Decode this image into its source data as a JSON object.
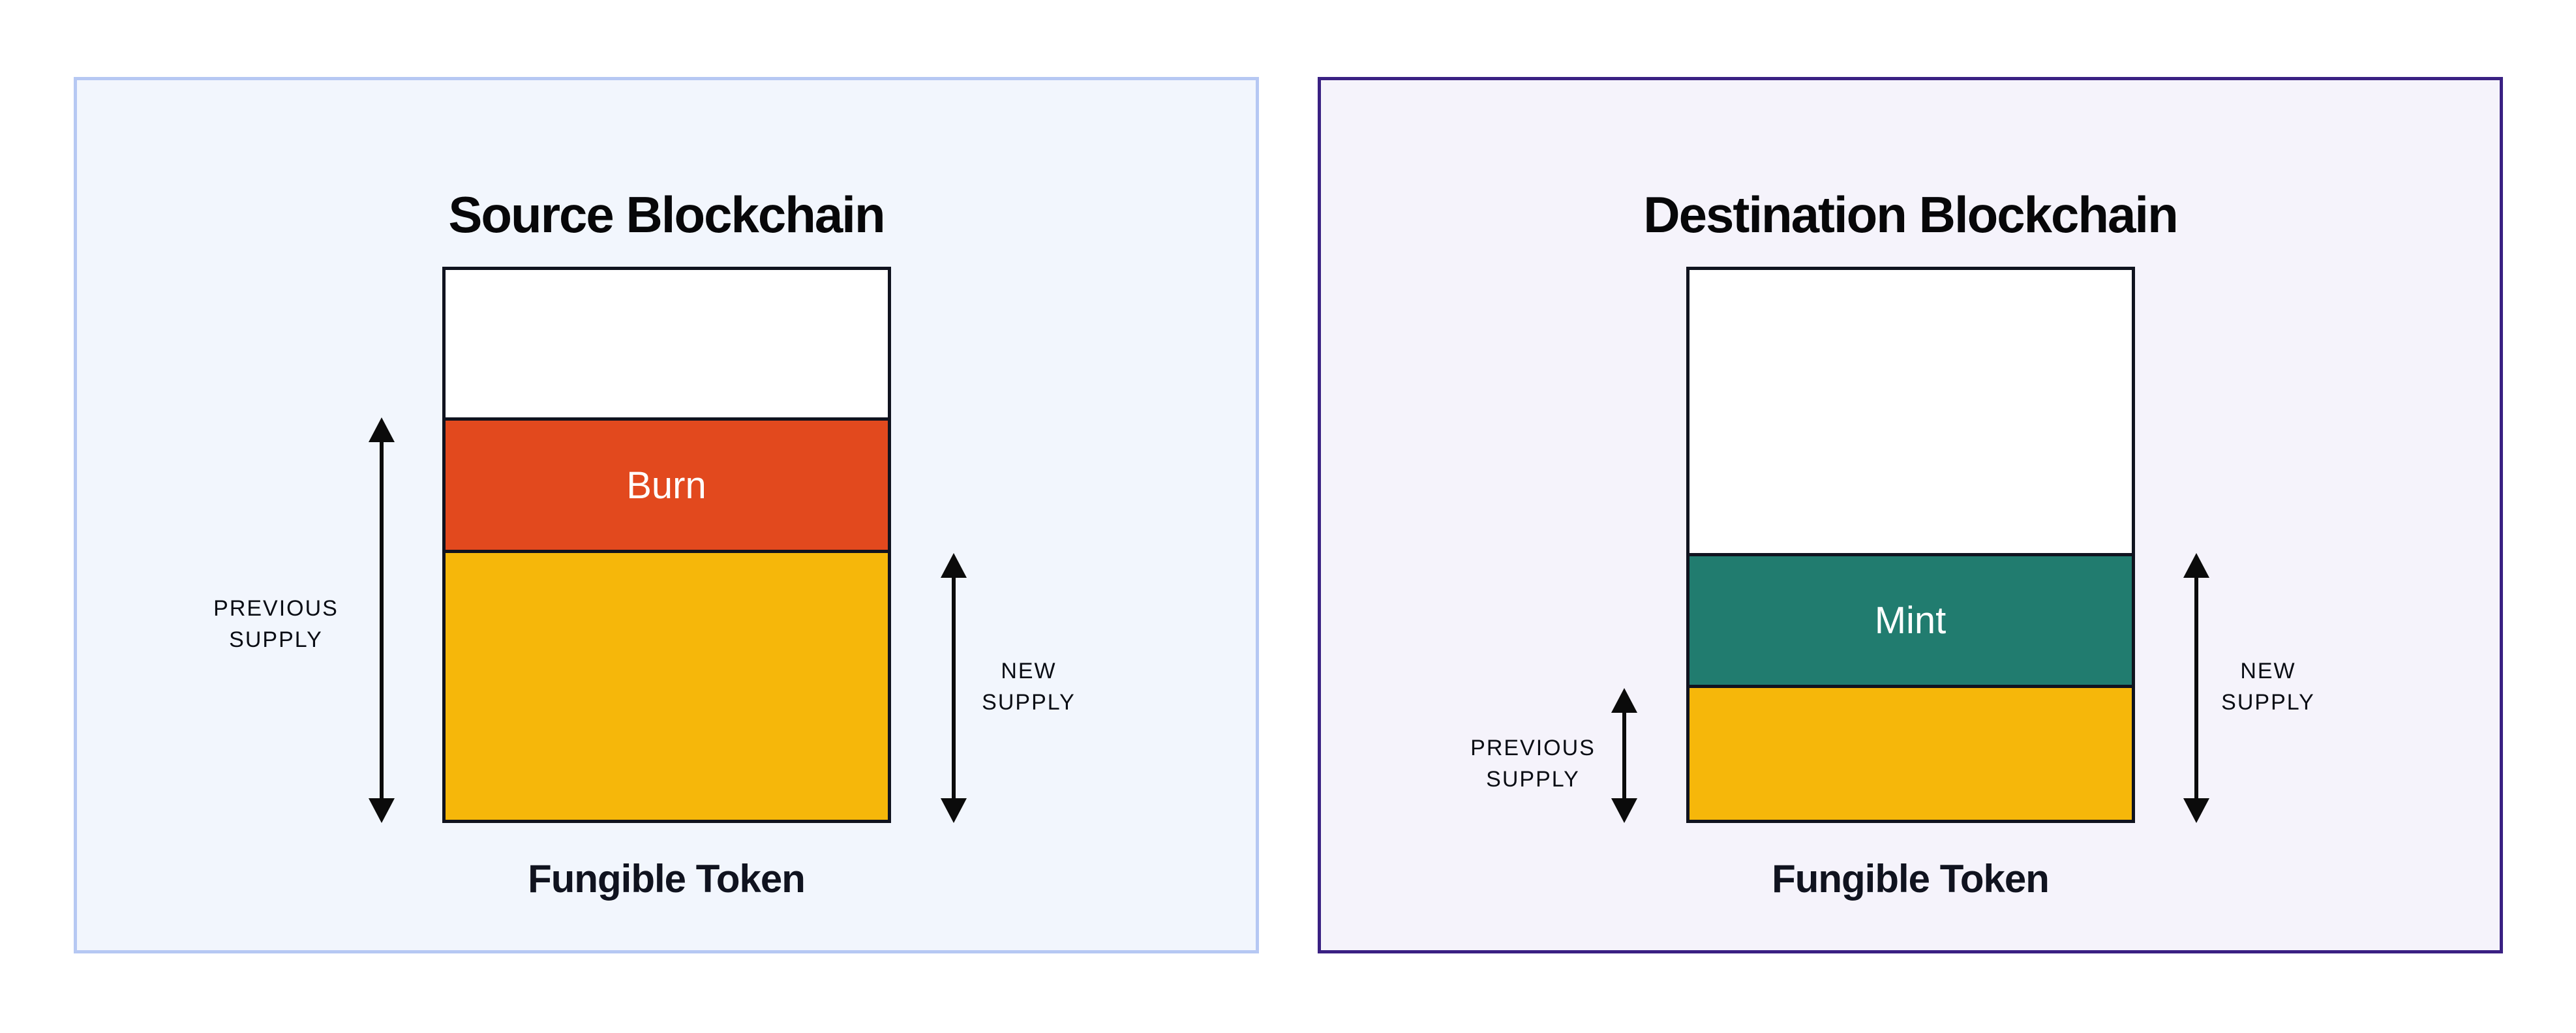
{
  "diagram": {
    "source": {
      "title": "Source Blockchain",
      "caption": "Fungible Token",
      "previous_supply_label": "PREVIOUS\nSUPPLY",
      "new_supply_label": "NEW\nSUPPLY",
      "bar": {
        "segments": [
          {
            "name": "unfilled-supply",
            "label": "",
            "color": "#ffffff",
            "height_frac": 0.27
          },
          {
            "name": "burned-tokens",
            "label": "Burn",
            "color": "#e2491e",
            "height_frac": 0.24
          },
          {
            "name": "remaining-supply",
            "label": "",
            "color": "#f6b70a",
            "height_frac": 0.49
          }
        ]
      }
    },
    "destination": {
      "title": "Destination Blockchain",
      "caption": "Fungible Token",
      "previous_supply_label": "PREVIOUS\nSUPPLY",
      "new_supply_label": "NEW\nSUPPLY",
      "bar": {
        "segments": [
          {
            "name": "unfilled-supply",
            "label": "",
            "color": "#ffffff",
            "height_frac": 0.52
          },
          {
            "name": "minted-tokens",
            "label": "Mint",
            "color": "#217c6f",
            "height_frac": 0.24
          },
          {
            "name": "previous-supply",
            "label": "",
            "color": "#f6b70a",
            "height_frac": 0.24
          }
        ]
      },
      "note": ""
    },
    "colors": {
      "page_bg": "#ffffff",
      "source_panel_bg": "#f2f6fd",
      "source_panel_border": "#b6c8f3",
      "destination_panel_bg": "#f5f3fb",
      "destination_panel_border": "#3a2183",
      "bar_border": "#10131f",
      "burn": "#e2491e",
      "mint": "#217c6f",
      "supply_yellow": "#f6b70a",
      "arrow": "#0b0b0b",
      "text": "#0a0d14"
    }
  }
}
